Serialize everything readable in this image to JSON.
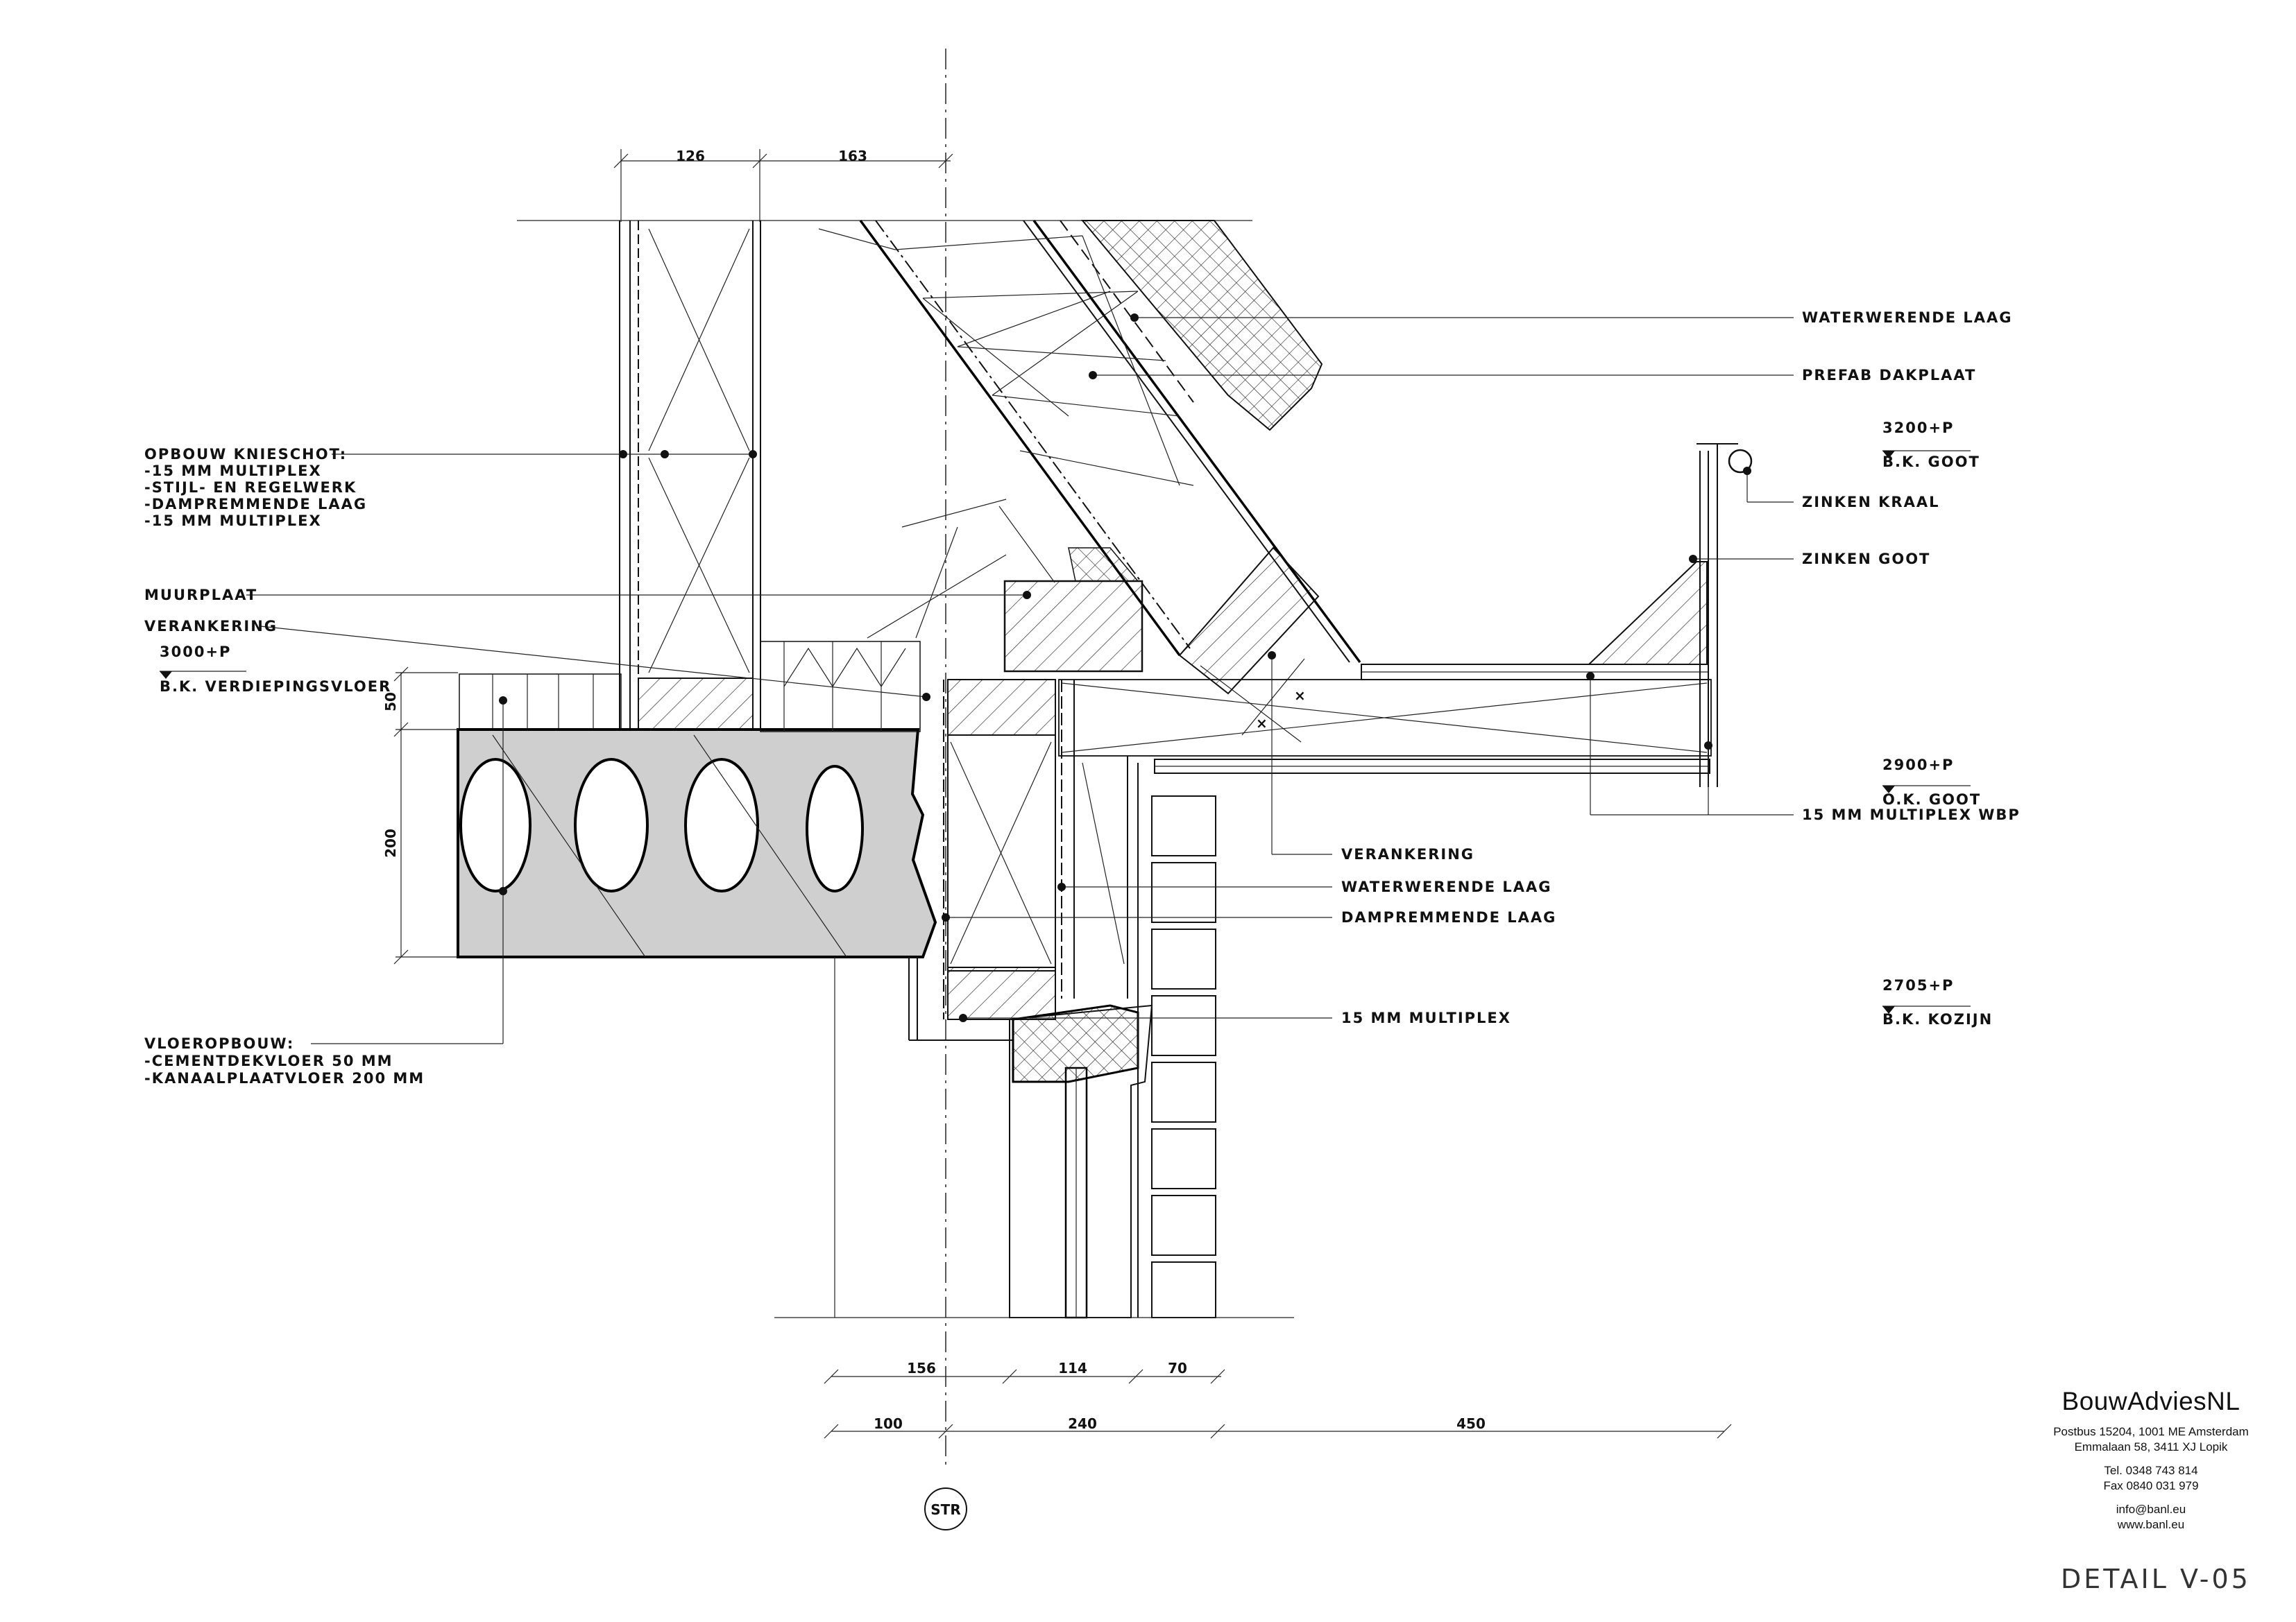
{
  "labels_right": {
    "waterwerende_laag_top": "WATERWERENDE LAAG",
    "prefab_dakplaat": "PREFAB DAKPLAAT",
    "zinken_kraal": "ZINKEN KRAAL",
    "zinken_goot": "ZINKEN GOOT",
    "multiplex_wbp": "15 MM MULTIPLEX WBP"
  },
  "labels_center": {
    "verankering": "VERANKERING",
    "waterwerende_laag": "WATERWERENDE LAAG",
    "dampremmende_laag": "DAMPREMMENDE LAAG",
    "multiplex": "15 MM MULTIPLEX"
  },
  "labels_left": {
    "opbouw_title": "OPBOUW KNIESCHOT:",
    "opbouw_1": "-15 MM MULTIPLEX",
    "opbouw_2": "-STIJL- EN REGELWERK",
    "opbouw_3": "-DAMPREMMENDE LAAG",
    "opbouw_4": "-15 MM MULTIPLEX",
    "muurplaat": "MUURPLAAT",
    "verankering": "VERANKERING",
    "vloer_title": "VLOEROPBOUW:",
    "vloer_1": "-CEMENTDEKVLOER 50 MM",
    "vloer_2": "-KANAALPLAATVLOER 200 MM"
  },
  "levels": {
    "bk_goot_value": "3200+P",
    "bk_goot_label": "B.K. GOOT",
    "ok_goot_value": "2900+P",
    "ok_goot_label": "O.K. GOOT",
    "bk_kozijn_value": "2705+P",
    "bk_kozijn_label": "B.K. KOZIJN",
    "bk_vloer_value": "3000+P",
    "bk_vloer_label": "B.K. VERDIEPINGSVLOER"
  },
  "dimensions": {
    "top_1": "126",
    "top_2": "163",
    "vert_1": "50",
    "vert_2": "200",
    "bottom_a1": "156",
    "bottom_a2": "114",
    "bottom_a3": "70",
    "bottom_b1": "100",
    "bottom_b2": "240",
    "bottom_b3": "450"
  },
  "axis_label": "STR",
  "titleblock": {
    "company": "BouwAdviesNL",
    "address_1": "Postbus 15204, 1001 ME Amsterdam",
    "address_2": "Emmalaan 58, 3411 XJ  Lopik",
    "tel": "Tel. 0348 743 814",
    "fax": "Fax 0840 031 979",
    "email": "info@banl.eu",
    "web": "www.banl.eu",
    "detail": "DETAIL  V-05"
  }
}
